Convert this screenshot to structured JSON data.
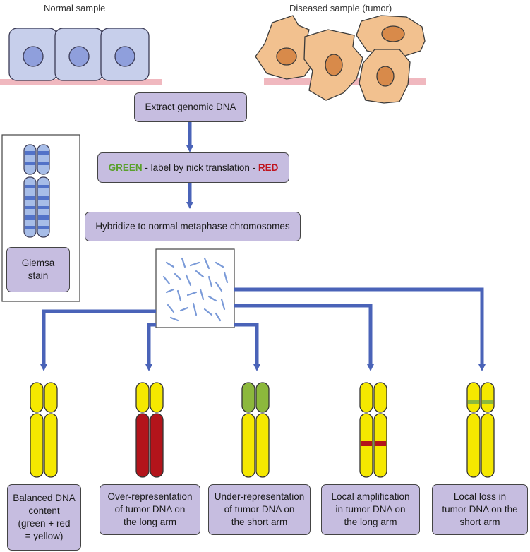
{
  "labels": {
    "normal_sample": "Normal sample",
    "diseased_sample": "Diseased sample (tumor)"
  },
  "steps": {
    "extract": "Extract genomic DNA",
    "label_green": "GREEN",
    "label_middle": " - label by nick translation - ",
    "label_red": "RED",
    "hybridize": "Hybridize to normal metaphase chromosomes"
  },
  "giemsa": "Giemsa\nstain",
  "outcomes": [
    "Balanced DNA\ncontent\n(green + red\n= yellow)",
    "Over-representation\nof tumor DNA on\nthe long arm",
    "Under-representation\nof tumor DNA on\nthe short arm",
    "Local amplification\nin tumor DNA on\nthe long arm",
    "Local loss in\ntumor DNA on the\nshort arm"
  ],
  "colors": {
    "box_fill": "#c6bde0",
    "arrow": "#4a63b8",
    "yellow": "#f5e800",
    "red": "#b3141b",
    "green": "#8cb83c",
    "cell_normal": "#c7cfeb",
    "nucleus_normal": "#8f9fdc",
    "cell_tumor": "#f2c18f",
    "nucleus_tumor": "#d88a4a",
    "membrane": "#f0b8bf"
  }
}
